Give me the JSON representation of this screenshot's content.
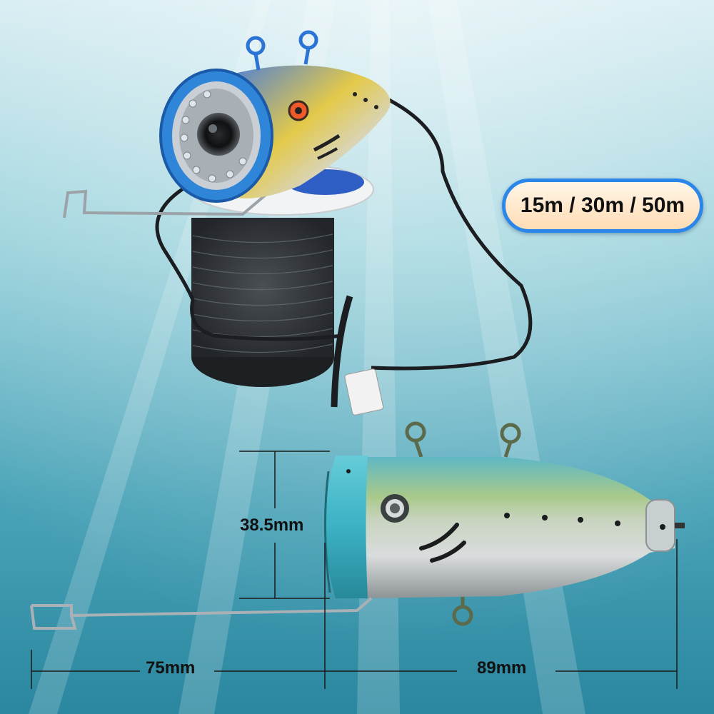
{
  "badge": {
    "cable_lengths": "15m / 30m / 50m"
  },
  "dimensions": {
    "height": "38.5mm",
    "rod_length": "75mm",
    "body_length": "89mm"
  },
  "colors": {
    "water_top": "#c8e7ee",
    "water_bottom": "#2f8ea6",
    "badge_border": "#2a86e8",
    "camera_ring": "#2f86d8",
    "body_ring": "#3bb7c8"
  }
}
